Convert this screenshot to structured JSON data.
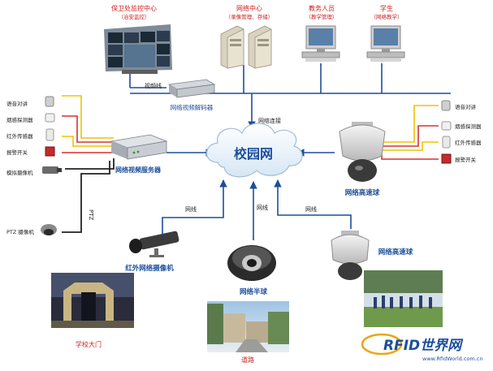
{
  "title_nodes": {
    "security_center": "保卫处监控中心",
    "security_center_sub": "（治安监控）",
    "network_center": "网络中心",
    "network_center_sub": "（录像管理、存储）",
    "teachers": "教务人员",
    "teachers_sub": "（教学管理）",
    "students": "学生",
    "students_sub": "（网络教学）"
  },
  "links": {
    "video_line": "视频线",
    "net_connect": "网络连接",
    "net1": "网线",
    "net2": "网线",
    "net3": "网线",
    "ptz": "PTZ"
  },
  "devices": {
    "decoder": "网络视频解码器",
    "video_server": "网络视频服务器",
    "campus_net": "校园网",
    "speed_dome_1": "网络高速球",
    "speed_dome_2": "网络高速球",
    "ir_camera": "红外网络摄像机",
    "half_dome": "网络半球",
    "analog_cam": "模拟摄像机",
    "ptz_cam": "PTZ 摄像机"
  },
  "left_sensors": [
    "语音对讲",
    "烟感探测器",
    "红外传感器",
    "报警开关"
  ],
  "right_sensors": [
    "语音对讲",
    "烟感探测器",
    "红外传感器",
    "报警开关"
  ],
  "photos": {
    "school_gate": "学校大门",
    "road": "道路"
  },
  "watermark": {
    "brand": "RFID世界网",
    "url": "www.RfidWorld.com.cn"
  },
  "colors": {
    "line_blue": "#1c4e9b",
    "label_red": "#cc1f1f",
    "wire_yellow": "#f2c200",
    "wire_red": "#d93030",
    "wire_black": "#222222"
  }
}
